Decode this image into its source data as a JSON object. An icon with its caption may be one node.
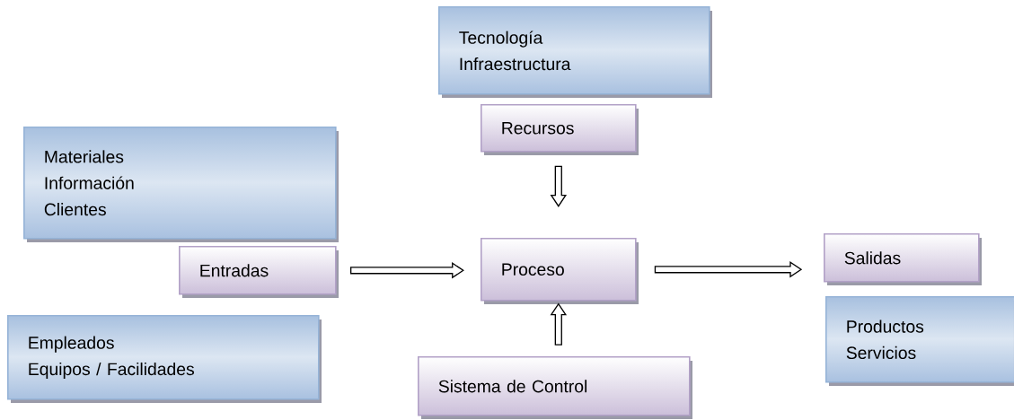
{
  "diagram": {
    "nodes": [
      {
        "text": [
          "Tecnología",
          "Infraestructura"
        ]
      },
      {
        "text": [
          "Recursos"
        ]
      },
      {
        "text": [
          "Materiales",
          "Información",
          "Clientes"
        ]
      },
      {
        "text": [
          "Entradas"
        ]
      },
      {
        "text": [
          "Proceso"
        ]
      },
      {
        "text": [
          "Salidas"
        ]
      },
      {
        "text": [
          "Productos",
          "Servicios"
        ]
      },
      {
        "text": [
          "Empleados",
          "Equipos / Facilidades"
        ]
      },
      {
        "text": [
          "Sistema de Control"
        ]
      }
    ],
    "edges": [
      {
        "from": 3,
        "to": 4,
        "arrow": "to"
      },
      {
        "from": 1,
        "to": 4,
        "arrow": "to"
      },
      {
        "from": 8,
        "to": 4,
        "arrow": "to"
      },
      {
        "from": 4,
        "to": 5,
        "arrow": "to"
      }
    ]
  }
}
